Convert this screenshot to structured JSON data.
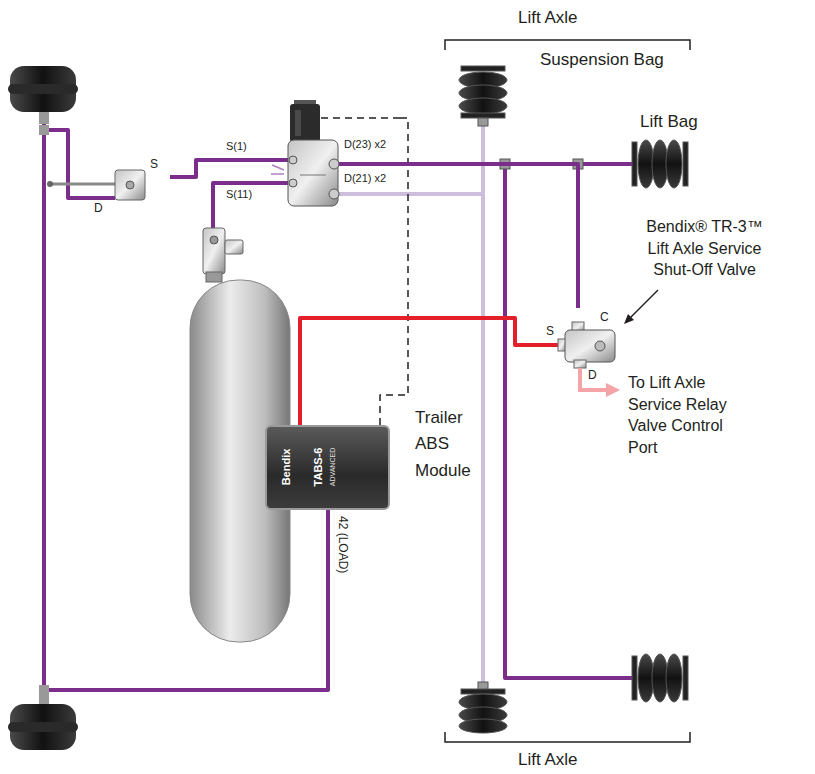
{
  "diagram": {
    "nodes": [
      {
        "text": [
          "S",
          "D"
        ]
      },
      {
        "text": [
          "S(1)",
          "D(23) x2",
          "S(11)",
          "D(21) x2"
        ]
      },
      {
        "text": [
          "Trailer ABS Module",
          "Bendix",
          "TABS-6",
          "ADVANCED"
        ]
      },
      {
        "text": [
          "S",
          "C",
          "D"
        ]
      }
    ],
    "edges": [
      {
        "from": 0,
        "to": 1,
        "arrow": "none"
      },
      {
        "from": 2,
        "to": 1,
        "arrow": "none"
      },
      {
        "from": 2,
        "to": 3,
        "arrow": "none"
      },
      {
        "from": 1,
        "to": 3,
        "arrow": "none"
      }
    ],
    "labels": [
      "Lift Axle",
      "Suspension Bag",
      "Lift Bag",
      "Bendix® TR-3™ Lift Axle Service Shut-Off Valve",
      "To Lift Axle Service Relay Valve Control Port",
      "42 (LOAD)",
      "Lift Axle"
    ]
  }
}
